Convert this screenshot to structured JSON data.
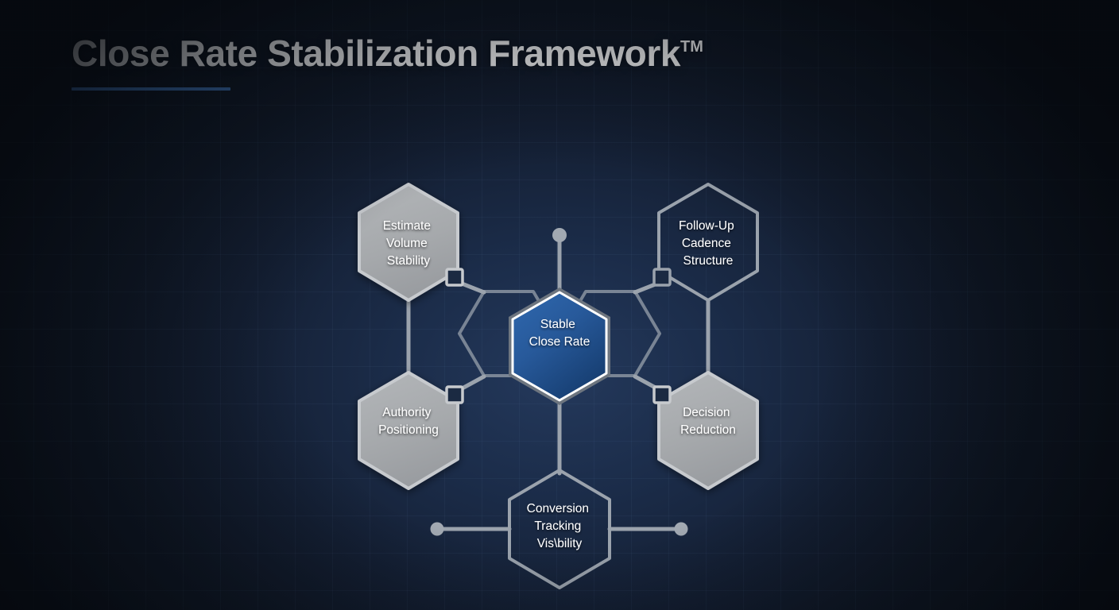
{
  "header": {
    "title_main": "Close Rate Stabilization Framework",
    "title_superscript": "TM",
    "accent_color": "#3b6cab"
  },
  "diagram": {
    "type": "honeycomb-hub-and-spoke",
    "center": {
      "id": "stable-close-rate",
      "label_lines": [
        "Stable",
        "Close Rate"
      ],
      "style": "filled-blue",
      "fill_color": "#1d4e8f",
      "border_color": "#ffffff"
    },
    "nodes": [
      {
        "id": "estimate-volume-stability",
        "position": "top-left",
        "label_lines": [
          "Estimate",
          "Volume",
          "Stability"
        ],
        "style": "filled-grey",
        "fill_color": "#a8aaad",
        "border_color": "#c9ccd0"
      },
      {
        "id": "follow-up-cadence-structure",
        "position": "top-right",
        "label_lines": [
          "Follow-Up",
          "Cadence",
          "Structure"
        ],
        "style": "outline",
        "fill_color": "none",
        "border_color": "#9ba3ad"
      },
      {
        "id": "authority-positioning",
        "position": "bottom-left",
        "label_lines": [
          "Authority",
          "Positioning"
        ],
        "style": "filled-grey",
        "fill_color": "#a8aaad",
        "border_color": "#c9ccd0"
      },
      {
        "id": "decision-reduction",
        "position": "bottom-right",
        "label_lines": [
          "Decision",
          "Reduction"
        ],
        "style": "filled-grey",
        "fill_color": "#a8aaad",
        "border_color": "#c9ccd0"
      },
      {
        "id": "conversion-tracking-visibility",
        "position": "bottom-center",
        "label_lines": [
          "Conversion",
          "Tracking",
          "Vis\\bility"
        ],
        "style": "outline",
        "fill_color": "none",
        "border_color": "#9ba3ad"
      }
    ],
    "connector_color": "#9ba3ad",
    "endpoint_dots": 3
  }
}
